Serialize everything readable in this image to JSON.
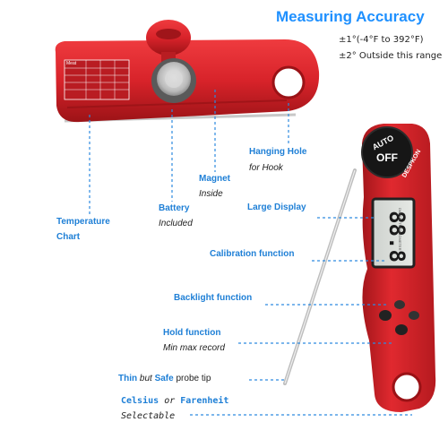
{
  "title": "Measuring Accuracy",
  "accuracy": {
    "line1": "±1°(-4°F to 392°F)",
    "line2": "±2° Outside this range"
  },
  "labels": {
    "hanging_hole": "Hanging Hole",
    "hanging_hole_sub": "for Hook",
    "magnet": "Magnet",
    "magnet_sub": "Inside",
    "battery": "Battery",
    "battery_sub": "Included",
    "large_display": "Large Display",
    "temperature_chart_1": "Temperature",
    "temperature_chart_2": "Chart",
    "calibration": "Calibration function",
    "backlight": "Backlight function",
    "hold": "Hold function",
    "hold_sub": "Min max record",
    "probe_a": "Thin",
    "probe_b": "but",
    "probe_c": "Safe",
    "probe_d": "probe tip",
    "units_a": "Celsius",
    "units_b": "or",
    "units_c": "Farenheit",
    "units_sub": "Selectable"
  },
  "device": {
    "auto": "AUTO",
    "off": "OFF",
    "brand": "DESPKON",
    "lcd_reading": "88.8",
    "lcd_side": "DIGITAL THERMOMETER",
    "chart_header": "Meat"
  },
  "colors": {
    "accent": "#1e90ff",
    "body_red": "#d8232a",
    "label_blue": "#1e7fd6"
  }
}
